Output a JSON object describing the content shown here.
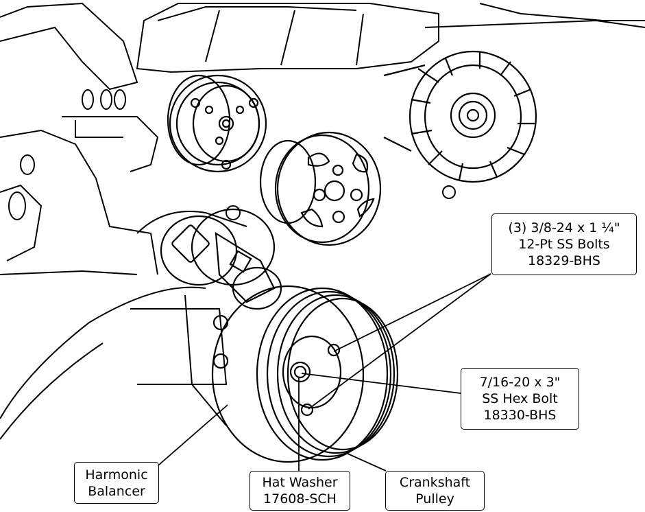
{
  "callouts": {
    "bolts_3_8": {
      "line1": "(3) 3/8-24 x 1 ¼\"",
      "line2": "12-Pt SS Bolts",
      "line3": "18329-BHS"
    },
    "bolt_7_16": {
      "line1": "7/16-20 x 3\"",
      "line2": "SS Hex Bolt",
      "line3": "18330-BHS"
    },
    "harmonic_balancer": {
      "line1": "Harmonic",
      "line2": "Balancer"
    },
    "hat_washer": {
      "line1": "Hat Washer",
      "line2": "17608-SCH"
    },
    "crankshaft_pulley": {
      "line1": "Crankshaft",
      "line2": "Pulley"
    }
  }
}
